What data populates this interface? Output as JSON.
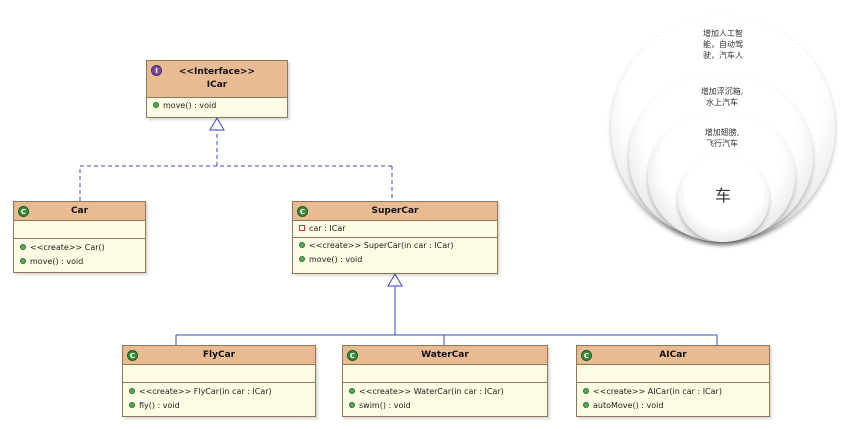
{
  "icar": {
    "stereotype": "<<Interface>>",
    "name": "ICar",
    "badge": "I",
    "methods": [
      "move() : void"
    ]
  },
  "car": {
    "name": "Car",
    "badge": "C",
    "methods": [
      "<<create>> Car()",
      "move() : void"
    ]
  },
  "supercar": {
    "name": "SuperCar",
    "badge": "C",
    "fields": [
      "car : ICar"
    ],
    "methods": [
      "<<create>> SuperCar(in car : ICar)",
      "move() : void"
    ]
  },
  "flycar": {
    "name": "FlyCar",
    "badge": "C",
    "methods": [
      "<<create>> FlyCar(in car : ICar)",
      "fly() : void"
    ]
  },
  "watercar": {
    "name": "WaterCar",
    "badge": "C",
    "methods": [
      "<<create>> WaterCar(in car : ICar)",
      "swim() : void"
    ]
  },
  "aicar": {
    "name": "AICar",
    "badge": "C",
    "methods": [
      "<<create>> AICar(in car : ICar)",
      "autoMove() : void"
    ]
  },
  "circles": {
    "outer": "增加人工智\n能，自动驾\n驶，汽车人",
    "second": "增加浮沉箱,\n水上汽车",
    "third": "增加翅膀,\n飞行汽车",
    "core": "车"
  }
}
